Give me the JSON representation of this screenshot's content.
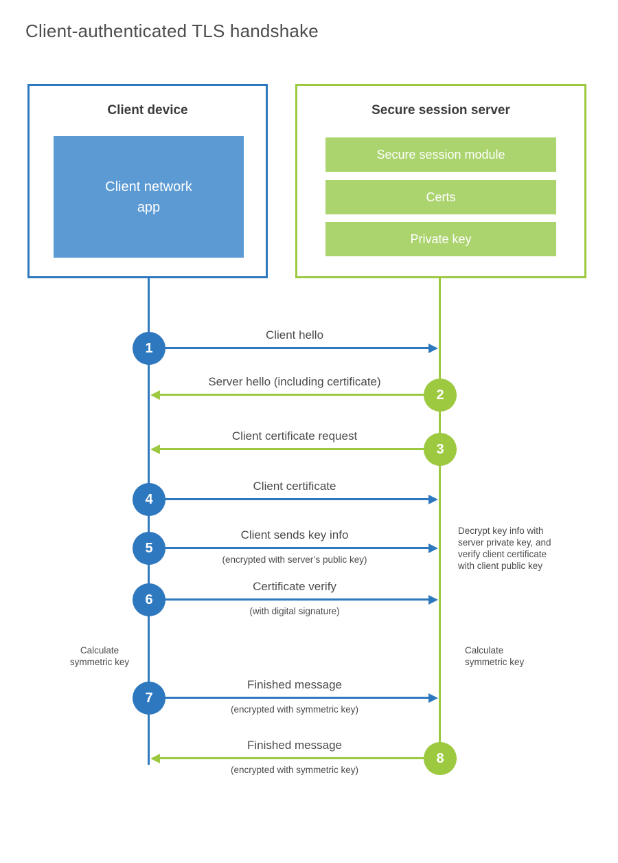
{
  "title": "Client-authenticated TLS handshake",
  "client": {
    "heading": "Client device",
    "app": "Client network\napp"
  },
  "server": {
    "heading": "Secure session server",
    "modules": [
      "Secure session module",
      "Certs",
      "Private key"
    ]
  },
  "messages": [
    {
      "num": "1",
      "from": "client",
      "to": "server",
      "label": "Client hello"
    },
    {
      "num": "2",
      "from": "server",
      "to": "client",
      "label": "Server hello (including certificate)"
    },
    {
      "num": "3",
      "from": "server",
      "to": "client",
      "label": "Client certificate request"
    },
    {
      "num": "4",
      "from": "client",
      "to": "server",
      "label": "Client certificate"
    },
    {
      "num": "5",
      "from": "client",
      "to": "server",
      "label": "Client sends key info",
      "sublabel": "(encrypted with server’s public key)"
    },
    {
      "num": "6",
      "from": "client",
      "to": "server",
      "label": "Certificate verify",
      "sublabel": "(with digital signature)"
    },
    {
      "num": "7",
      "from": "client",
      "to": "server",
      "label": "Finished message",
      "sublabel": "(encrypted with symmetric key)"
    },
    {
      "num": "8",
      "from": "server",
      "to": "client",
      "label": "Finished message",
      "sublabel": "(encrypted with symmetric key)"
    }
  ],
  "notes": {
    "decrypt": "Decrypt key info with\nserver private key, and\nverify client certificate\nwith client public key",
    "calc_client": "Calculate\nsymmetric key",
    "calc_server": "Calculate\nsymmetric key"
  },
  "colors": {
    "blue": "#2e78bf",
    "blue_fill": "#5b9ad3",
    "green": "#9cc93f",
    "green_fill": "#abd46e",
    "text": "#4a4a4a"
  }
}
